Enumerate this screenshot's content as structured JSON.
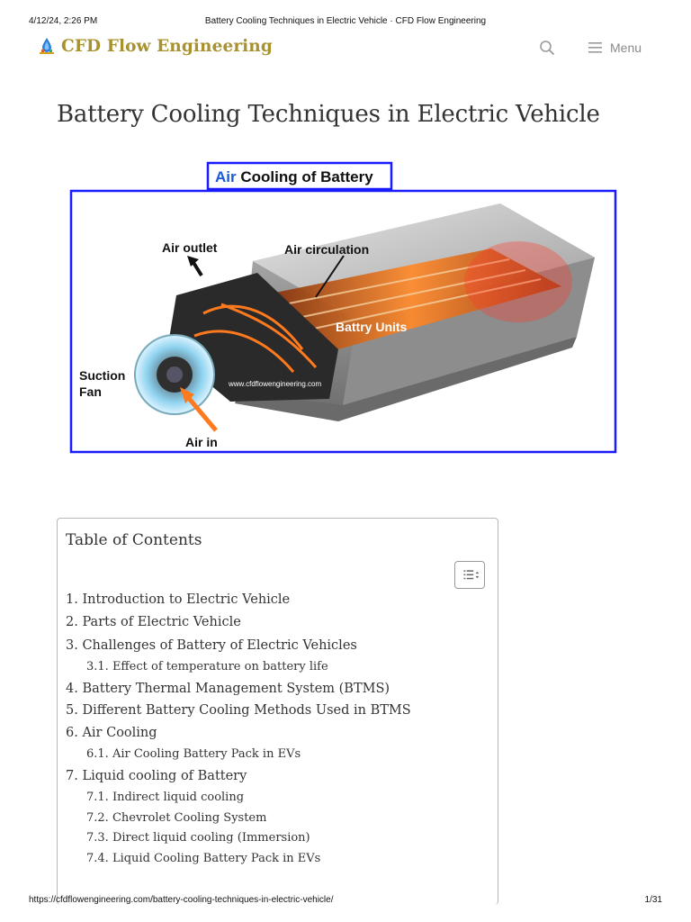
{
  "print_header": {
    "datetime": "4/12/24, 2:26 PM",
    "page_title": "Battery Cooling Techniques in Electric Vehicle · CFD Flow Engineering"
  },
  "site": {
    "name": "CFD Flow Engineering",
    "brand_color": "#a8922f",
    "logo_icon": "water-drop-logo-icon"
  },
  "nav": {
    "search_icon": "search-icon",
    "menu_label": "Menu",
    "menu_icon": "hamburger-icon"
  },
  "article": {
    "title": "Battery Cooling Techniques in Electric Vehicle"
  },
  "hero_image": {
    "caption_prefix": "Air",
    "caption_rest": " Cooling of Battery",
    "labels": {
      "air_outlet": "Air outlet",
      "air_circulation": "Air circulation",
      "battery_units": "Battry Units",
      "suction": "Suction",
      "fan": "Fan",
      "air_in": "Air in",
      "watermark": "www.cfdflowengineering.com"
    },
    "frame_color": "#1a1aff"
  },
  "toc": {
    "title": "Table of Contents",
    "toggle_icon": "list-toggle-icon",
    "items": [
      {
        "label": "1. Introduction to Electric Vehicle",
        "level": 1
      },
      {
        "label": "2. Parts of Electric Vehicle",
        "level": 1
      },
      {
        "label": "3. Challenges of Battery of Electric Vehicles",
        "level": 1
      },
      {
        "label": "3.1. Effect of temperature on battery life",
        "level": 2
      },
      {
        "label": "4. Battery Thermal Management System (BTMS)",
        "level": 1
      },
      {
        "label": "5. Different Battery Cooling Methods Used in BTMS",
        "level": 1
      },
      {
        "label": "6. Air Cooling",
        "level": 1
      },
      {
        "label": "6.1. Air Cooling Battery Pack in EVs",
        "level": 2
      },
      {
        "label": "7. Liquid cooling of Battery",
        "level": 1
      },
      {
        "label": "7.1. Indirect liquid cooling",
        "level": 2
      },
      {
        "label": "7.2. Chevrolet Cooling System",
        "level": 2
      },
      {
        "label": "7.3. Direct liquid cooling (Immersion)",
        "level": 2
      },
      {
        "label": "7.4. Liquid Cooling Battery Pack in EVs",
        "level": 2
      }
    ]
  },
  "print_footer": {
    "url": "https://cfdflowengineering.com/battery-cooling-techniques-in-electric-vehicle/",
    "page": "1/31"
  }
}
